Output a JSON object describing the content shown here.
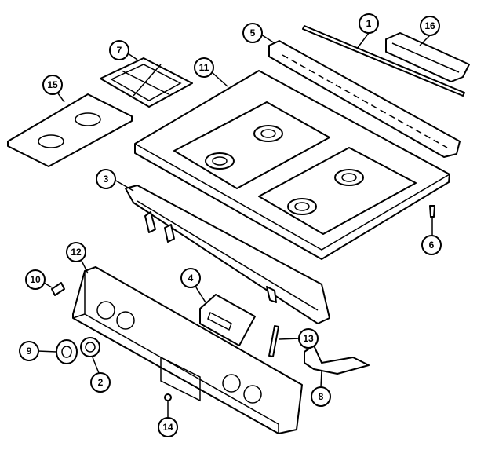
{
  "diagram": {
    "type": "exploded parts diagram",
    "callouts": [
      "1",
      "2",
      "3",
      "4",
      "5",
      "6",
      "7",
      "8",
      "9",
      "10",
      "11",
      "12",
      "13",
      "14",
      "15",
      "16"
    ]
  }
}
